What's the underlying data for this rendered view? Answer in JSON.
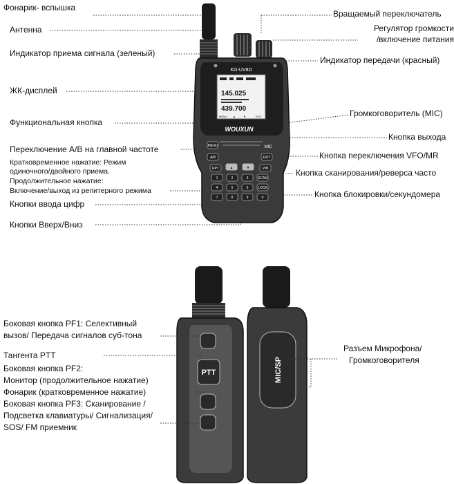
{
  "top": {
    "left_labels": {
      "flashlight": "Фонарик- вспышка",
      "antenna": "Антенна",
      "rx_indicator": "Индикатор приема сигнала (зеленый)",
      "lcd": "ЖК-дисплей",
      "func_key": "Функциональная кнопка",
      "ab_switch": "Переключение А/В на главной частоте",
      "ab_desc1": "Кратковременное нажатие: Режим",
      "ab_desc2": "одиночного/двойного приема.",
      "ab_desc3": "Продолжительное нажатие:",
      "ab_desc4": "Включение/выход из репитерного режима",
      "digit_keys": "Кнопки ввода цифр",
      "updown_keys": "Кнопки Вверх/Вниз"
    },
    "right_labels": {
      "rotary": "Вращаемый переключатель",
      "volume1": "Регулятор громкости",
      "volume2": "/включение питания",
      "tx_indicator": "Индикатор передачи (красный)",
      "speaker_mic": "Громкоговоритель (MIC)",
      "exit_key": "Кнопка выхода",
      "vfo_key": "Кнопка переключения VFO/MR",
      "scan_key": "Кнопка сканирования/реверса часто",
      "lock_key": "Кнопка блокировки/секундомера"
    },
    "device": {
      "model": "KG-UV8D",
      "freq1": "145.025",
      "freq2": "439.700",
      "brand": "WOUXUN",
      "mic": "MIC",
      "lcd_menu": "MENU",
      "lcd_exit": "EXIT",
      "lcd_up": "▲",
      "lcd_down": "▼",
      "keys": {
        "menu": "MENU",
        "ab": "A/B",
        "rpt": "RPT",
        "exit": "EXIT",
        "vm": "V/M",
        "up": "▲",
        "down": "▼",
        "scan": "SCAN",
        "lock": "LOCK",
        "k1": "1",
        "k2": "2",
        "k3": "3",
        "k4": "4",
        "k5": "5",
        "k6": "6",
        "k7": "7",
        "k8": "8",
        "k9": "9",
        "k0": "0"
      }
    }
  },
  "bottom": {
    "left_labels": {
      "pf1_a": "Боковая кнопка PF1: Селективный",
      "pf1_b": "вызов/ Передача сигналов суб-тона",
      "ptt": "Тангента PTT",
      "pf2_a": "Боковая кнопка PF2:",
      "pf2_b": "Монитор (продолжительное нажатие)",
      "pf2_c": "Фонарик (кратковременное нажатие)",
      "pf3_a": "Боковая кнопка PF3: Сканирование /",
      "pf3_b": "Подсветка клавиатуры/ Сигнализация/",
      "pf3_c": "SOS/ FM приемник"
    },
    "right_labels": {
      "mic_jack_a": "Разъем Микрофона/",
      "mic_jack_b": "Громкоговорителя"
    },
    "ptt_text": "PTT",
    "micsp_text": "MIC/SP"
  }
}
